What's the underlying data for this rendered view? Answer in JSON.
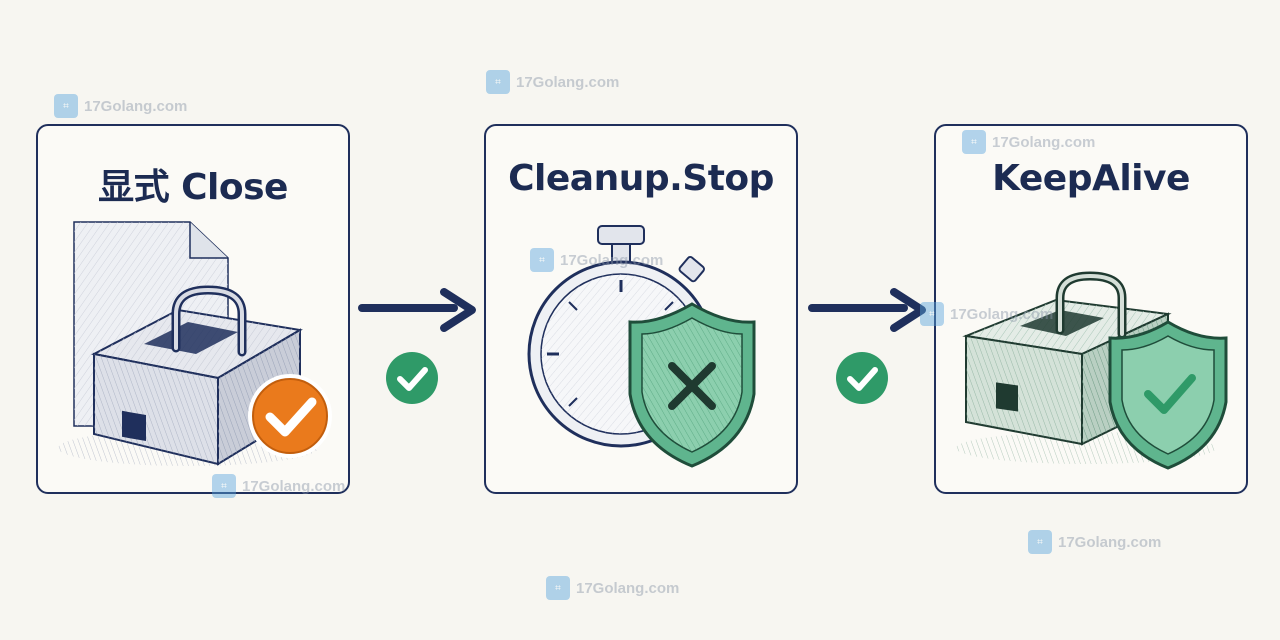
{
  "panels": [
    {
      "title": "显式 Close",
      "icon": "lock-box-file-icon",
      "badge": "orange-check-icon"
    },
    {
      "title": "Cleanup.Stop",
      "icon": "stopwatch-icon",
      "badge": "shield-x-icon"
    },
    {
      "title": "KeepAlive",
      "icon": "lock-box-icon",
      "badge": "shield-check-icon"
    }
  ],
  "connectors": [
    {
      "icon": "arrow-right-icon",
      "badge": "green-check-icon"
    },
    {
      "icon": "arrow-right-icon",
      "badge": "green-check-icon"
    }
  ],
  "watermark": {
    "text": "17Golang.com"
  },
  "colors": {
    "ink": "#1f2f5c",
    "orange": "#ea7a1c",
    "green": "#2f9a68",
    "shield_green": "#5fb58e",
    "background": "#f7f6f1"
  }
}
